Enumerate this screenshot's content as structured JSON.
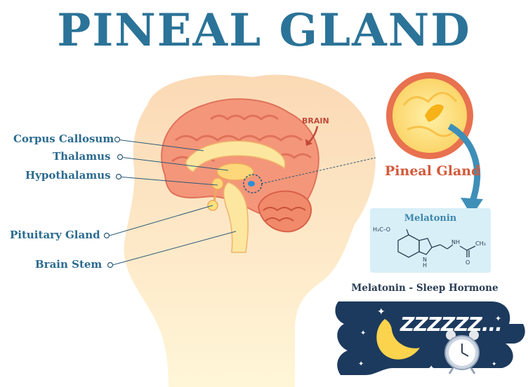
{
  "title": "PINEAL GLAND",
  "brain_tag": "BRAIN",
  "pineal_label": "Pineal Gland",
  "labels": {
    "corpus_callosum": "Corpus Callosum",
    "thalamus": "Thalamus",
    "hypothalamus": "Hypothalamus",
    "pituitary_gland": "Pituitary Gland",
    "brain_stem": "Brain Stem"
  },
  "melatonin": {
    "title": "Melatonin",
    "group_left": "H₃C–O",
    "group_nh": "NH",
    "group_n": "N",
    "group_h": "H",
    "group_ch3": "CH₃",
    "group_o": "O"
  },
  "sleep_caption": "Melatonin - Sleep Hormone",
  "zzz": "ZZZZZZ...",
  "colors": {
    "title": "#2b7398",
    "labels": "#2b6b8f",
    "brain": "#f08a6a",
    "skin": "#fde3bd",
    "pineal_ring": "#e8714f",
    "night": "#1c3a5e",
    "arrow": "#3e8fb8"
  }
}
